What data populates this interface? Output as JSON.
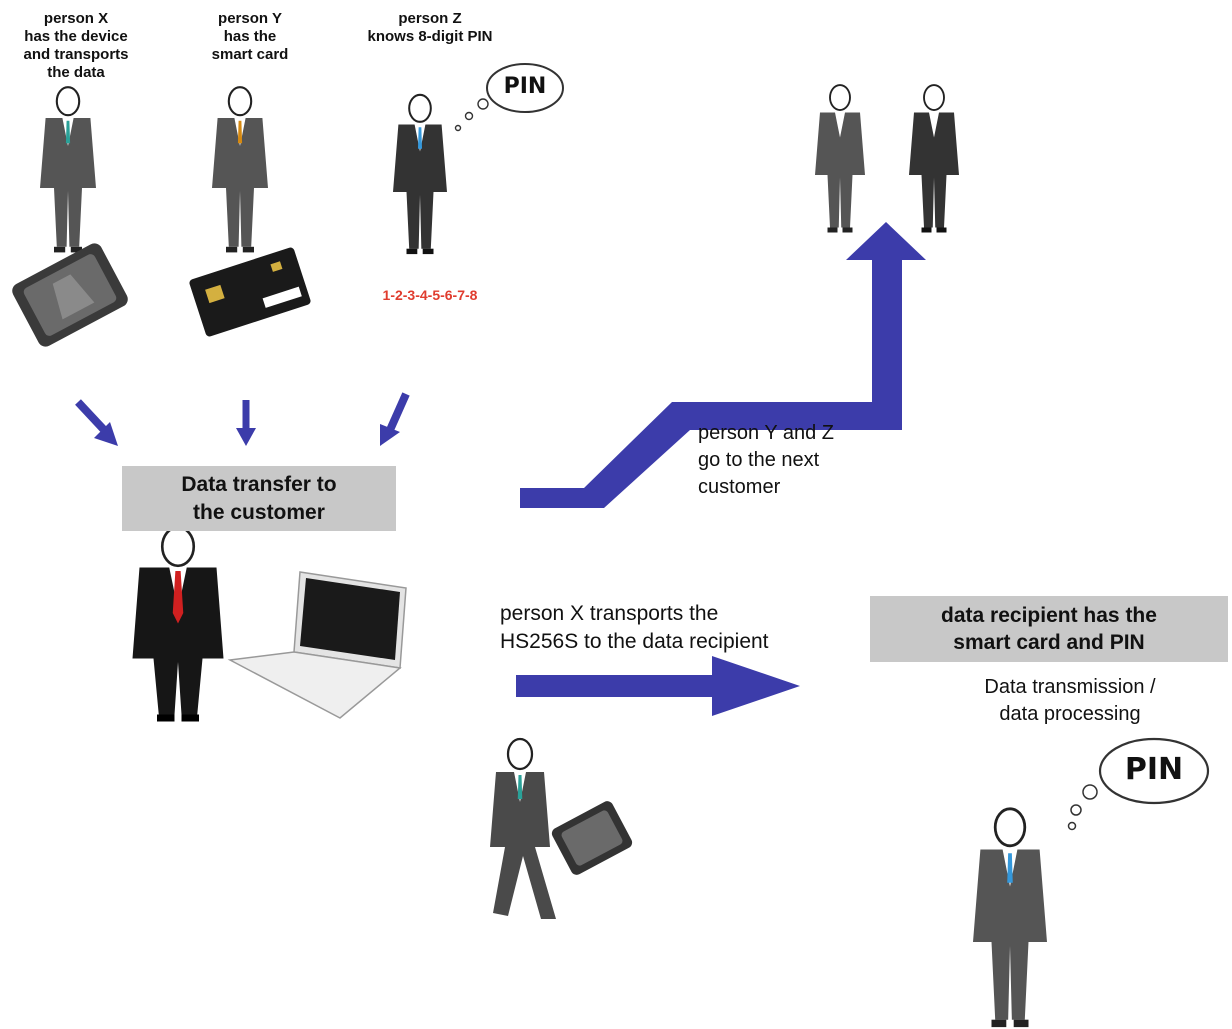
{
  "captions": {
    "person_x": [
      "person X",
      "has the device",
      "and transports",
      "the data"
    ],
    "person_y": [
      "person Y",
      "has the",
      "smart card"
    ],
    "person_z": [
      "person Z",
      "knows 8-digit PIN"
    ]
  },
  "pin_bubble_top": "PIN",
  "pin_bubble_bottom": "PIN",
  "pin_code": "1-2-3-4-5-6-7-8",
  "transfer_box": [
    "Data transfer to",
    "the customer"
  ],
  "next_customer": [
    "person Y and Z",
    "go to the next",
    "customer"
  ],
  "transport": [
    "person X transports the",
    "HS256S to the data recipient"
  ],
  "recipient_box": [
    "data recipient has the",
    "smart card and PIN"
  ],
  "processing": [
    "Data transmission /",
    "data processing"
  ],
  "colors": {
    "arrow": "#3c3caa",
    "box": "#c8c8c8",
    "pin_code": "#e03c2e",
    "suit_dark": "#222222",
    "suit_grey": "#555555"
  }
}
